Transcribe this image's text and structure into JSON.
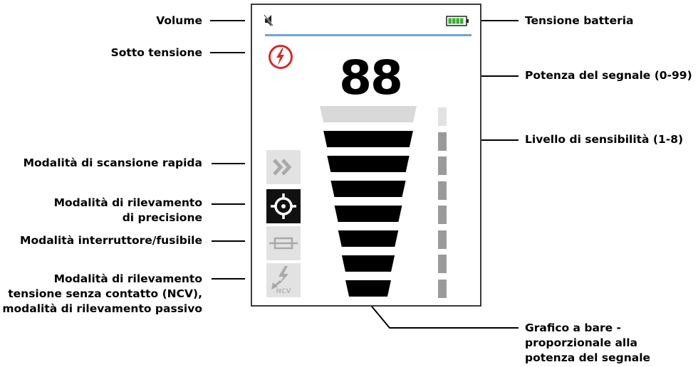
{
  "labels": {
    "volume": "Volume",
    "sotto_tensione": "Sotto tensione",
    "scansione_rapida": "Modalità di scansione rapida",
    "precisione_1": "Modalità di rilevamento",
    "precisione_2": "di precisione",
    "interruttore": "Modalità interruttore/fusibile",
    "ncv_1": "Modalità di rilevamento",
    "ncv_2": "tensione senza contatto (NCV),",
    "ncv_3": "modalità di rilevamento passivo",
    "tensione_batteria": "Tensione batteria",
    "potenza_segnale": "Potenza del segnale (0-99)",
    "livello_sensibilita": "Livello di sensibilità (1-8)",
    "grafico_1": "Grafico a bare -",
    "grafico_2": "proporzionale alla",
    "grafico_3": "potenza del segnale"
  },
  "display": {
    "signal_value": "88",
    "ncv_text": "NCV",
    "bar_graph_lit": 7,
    "bar_graph_total": 8,
    "sensitivity_level": 7,
    "sensitivity_total": 8,
    "active_mode": "precisione",
    "icons": {
      "volume": "speaker-muted-icon",
      "battery": "battery-full-icon",
      "live_voltage": "lightning-circle-icon",
      "fast_scan": "double-chevron-icon",
      "precision": "crosshair-icon",
      "breaker": "fuse-icon",
      "ncv": "ncv-lightning-icon"
    }
  },
  "colors": {
    "accent_blue": "#6fa6d6",
    "live_voltage_red": "#d62a2a",
    "battery_green": "#38b030",
    "bar_on": "#000000",
    "bar_off": "#d9d9d9",
    "mode_inactive": "#e2e2e2",
    "mode_active": "#111111"
  }
}
